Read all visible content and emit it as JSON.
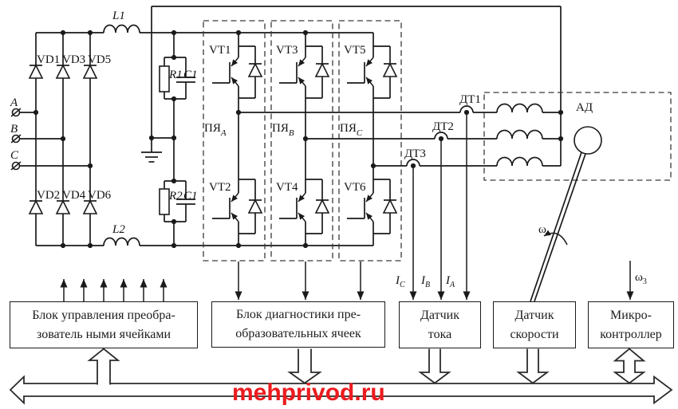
{
  "diagram": {
    "labels": {
      "l1": "L1",
      "l2": "L2",
      "phase_a": "A",
      "phase_b": "B",
      "phase_c": "C",
      "vd1": "VD1",
      "vd3": "VD3",
      "vd5": "VD5",
      "vd2": "VD2",
      "vd4": "VD4",
      "vd6": "VD6",
      "r1": "R1",
      "c1_top": "C1",
      "r2": "R2",
      "c1_bottom": "C1",
      "vt1": "VT1",
      "vt3": "VT3",
      "vt5": "VT5",
      "vt2": "VT2",
      "vt4": "VT4",
      "vt6": "VT6",
      "dt1": "ДТ1",
      "dt2": "ДТ2",
      "dt3": "ДТ3"
    },
    "cells": [
      {
        "name": "ПЯ",
        "sub": "A"
      },
      {
        "name": "ПЯ",
        "sub": "B"
      },
      {
        "name": "ПЯ",
        "sub": "C"
      }
    ],
    "currents": [
      {
        "base": "I",
        "sub": "C"
      },
      {
        "base": "I",
        "sub": "B"
      },
      {
        "base": "I",
        "sub": "A"
      }
    ],
    "motor": {
      "label": "АД",
      "omega": "ω"
    },
    "signals": {
      "omega_ref_base": "ω",
      "omega_ref_sub": "3"
    },
    "blocks": {
      "control": {
        "line1": "Блок  управления преобра-",
        "line2": "зователь ными ячейками"
      },
      "diagnostics": {
        "line1": "Блок диагностики пре-",
        "line2": "образовательных ячеек"
      },
      "current_sensor": {
        "line1": "Датчик",
        "line2": "тока"
      },
      "speed_sensor": {
        "line1": "Датчик",
        "line2": "скорости"
      },
      "microcontroller": {
        "line1": "Микро-",
        "line2": "контроллер"
      }
    },
    "watermark": {
      "text": "mehprivod.ru",
      "color": "#ec1b1e"
    },
    "colors": {
      "line": "#1a1a1a",
      "background": "#ffffff"
    }
  }
}
